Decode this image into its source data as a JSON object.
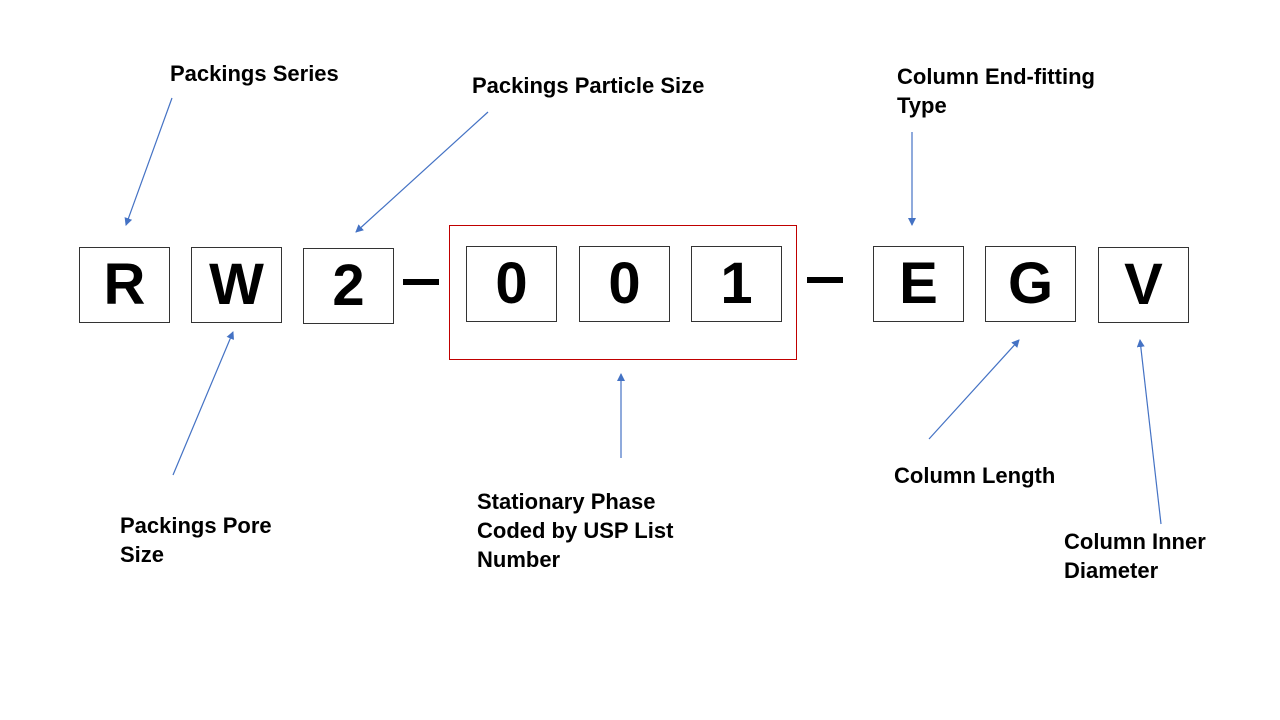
{
  "code": {
    "chars": [
      "R",
      "W",
      "2",
      "0",
      "0",
      "1",
      "E",
      "G",
      "V"
    ]
  },
  "labels": {
    "packings_series": "Packings Series",
    "packings_particle_size": "Packings Particle Size",
    "column_end_fitting_type": "Column End-fitting\nType",
    "packings_pore_size": "Packings Pore\nSize",
    "stationary_phase": "Stationary Phase\nCoded by USP List\nNumber",
    "column_length": "Column Length",
    "column_inner_diameter": "Column Inner\nDiameter"
  },
  "colors": {
    "arrow": "#4472c4",
    "highlight": "#c00000",
    "box_border": "#333333",
    "text": "#000000"
  }
}
